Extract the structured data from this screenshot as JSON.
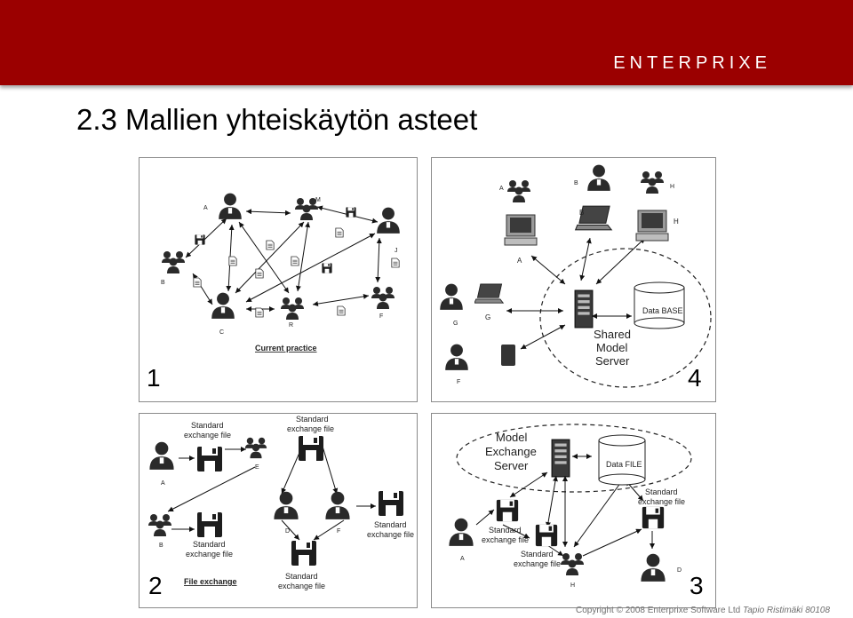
{
  "brand": "ENTERPRIXE",
  "slide_title": "2.3 Mallien yhteiskäytön asteet",
  "panels": {
    "p1": {
      "number": "1",
      "caption": "Current practice",
      "nodes": [
        "A",
        "M",
        "B",
        "C",
        "R",
        "F",
        "J"
      ]
    },
    "p4": {
      "number": "4",
      "server_line1": "Shared",
      "server_line2": "Model",
      "server_line3": "Server",
      "database": "Data BASE",
      "nodes": [
        "A",
        "B",
        "H",
        "B",
        "H",
        "A",
        "G",
        "G",
        "F"
      ]
    },
    "p2": {
      "number": "2",
      "caption": "File exchange",
      "file1_line1": "Standard",
      "file1_line2": "exchange file",
      "file2_line1": "Standard",
      "file2_line2": "exchange file",
      "file3_line1": "Standard",
      "file3_line2": "exchange file",
      "file4_line1": "Standard",
      "file4_line2": "exchange file",
      "file5_line1": "Standard",
      "file5_line2": "exchange file",
      "nodes": [
        "A",
        "E",
        "B",
        "D",
        "F"
      ]
    },
    "p3": {
      "number": "3",
      "server_line1": "Model",
      "server_line2": "Exchange",
      "server_line3": "Server",
      "datafile": "Data FILE",
      "file1_line1": "Standard",
      "file1_line2": "exchange file",
      "file2_line1": "Standard",
      "file2_line2": "exchange file",
      "file3_line1": "Standard",
      "file3_line2": "exchange file",
      "nodes": [
        "A",
        "H",
        "D"
      ]
    }
  },
  "footer": {
    "copyright": "Copyright © 2008 Enterprixe Software Ltd",
    "author": "Tapio Ristimäki 80108"
  }
}
